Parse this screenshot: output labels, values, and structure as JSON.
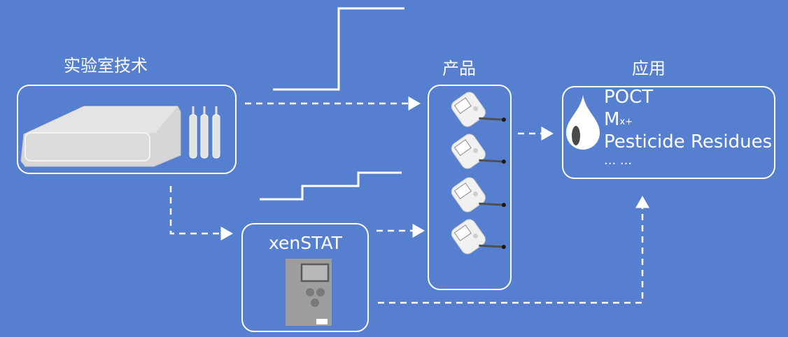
{
  "sections": {
    "lab_tech": "实验室技术",
    "products": "产品",
    "applications": "应用"
  },
  "device": {
    "name": "xenSTAT"
  },
  "applications_list": {
    "item1": "POCT",
    "item2_base": "M",
    "item2_sup": "x+",
    "item3": "Pesticide Residues",
    "item4": "... ..."
  },
  "colors": {
    "background": "#5680cf",
    "foreground": "#ffffff",
    "device_body": "#9e9e9e",
    "instrument_body": "#d6d6d6"
  }
}
